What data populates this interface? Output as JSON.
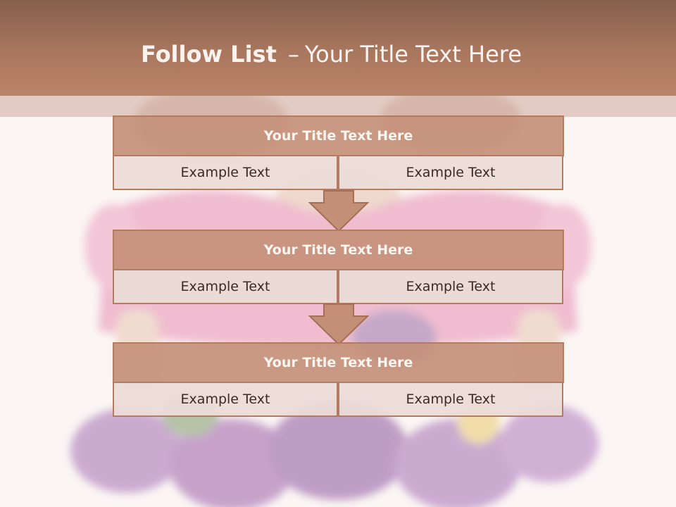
{
  "slide": {
    "title_bold": "Follow List",
    "title_dash": "–",
    "title_rest": "Your Title Text Here"
  },
  "steps": [
    {
      "title": "Your Title Text Here",
      "left": "Example Text",
      "right": "Example Text"
    },
    {
      "title": "Your Title Text Here",
      "left": "Example Text",
      "right": "Example Text"
    },
    {
      "title": "Your Title Text Here",
      "left": "Example Text",
      "right": "Example Text"
    }
  ],
  "colors": {
    "header": "#a9775e",
    "title_box": "#c48f77",
    "cell": "#ecdcd7",
    "border": "#b27c62",
    "arrow": "#c48f77"
  },
  "icons": [
    "down-arrow-icon",
    "down-arrow-icon"
  ]
}
